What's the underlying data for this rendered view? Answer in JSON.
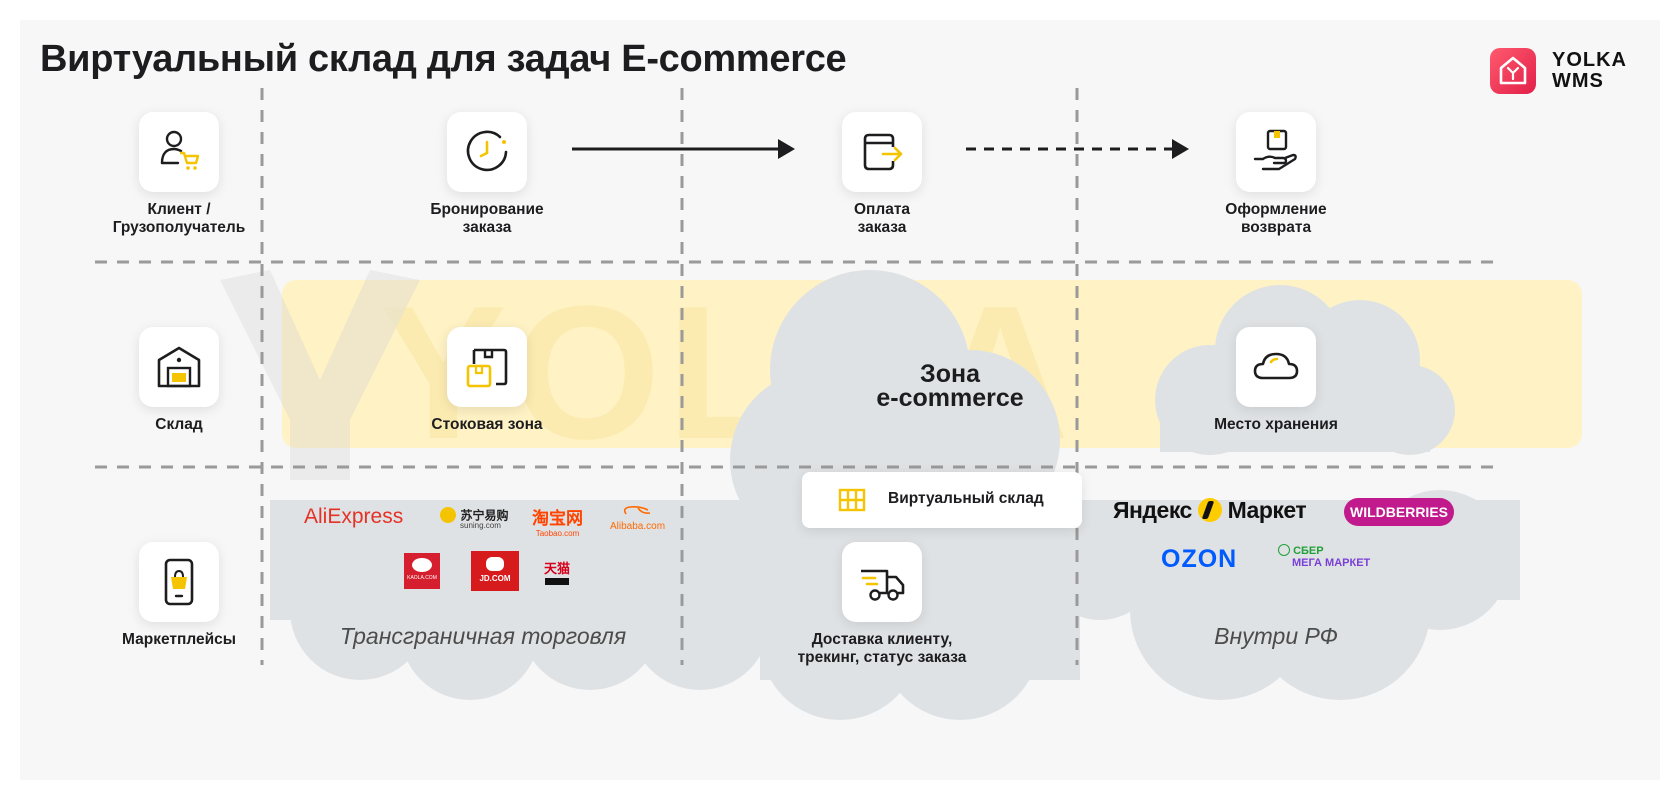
{
  "title": "Виртуальный склад для задач E-commerce",
  "logo": {
    "line1": "YOLKA",
    "line2": "WMS"
  },
  "top_row": [
    {
      "label": "Клиент /\nГрузополучатель",
      "icon": "user-cart-icon"
    },
    {
      "label": "Бронирование\nзаказа",
      "icon": "clock-icon"
    },
    {
      "label": "Оплата\nзаказа",
      "icon": "payment-card-icon"
    },
    {
      "label": "Оформление\nвозврата",
      "icon": "hand-box-icon"
    }
  ],
  "middle_row": [
    {
      "label": "Склад",
      "icon": "warehouse-icon"
    },
    {
      "label": "Стоковая зона",
      "icon": "stock-boxes-icon"
    },
    {
      "label": "Место хранения",
      "icon": "cloud-icon"
    }
  ],
  "zone_title": "Зона\ne-commerce",
  "virtual_warehouse": {
    "label": "Виртуальный склад",
    "icon": "grid-icon"
  },
  "bottom_row": [
    {
      "label": "Маркетплейсы",
      "icon": "phone-shopping-icon"
    },
    {
      "label": "Доставка клиенту,\nтрекинг, статус заказа",
      "icon": "truck-icon"
    }
  ],
  "regions": {
    "cross_border": "Трансграничная торговля",
    "domestic": "Внутри РФ"
  },
  "cross_border_brands": {
    "aliexpress": "AliExpress",
    "suning": "苏宁易购",
    "suning_sub": "suning.com",
    "taobao": "淘宝网",
    "taobao_sub": "Taobao.com",
    "alibaba": "Alibaba.com",
    "kaola": "KAOLA.COM",
    "jd": "JD.COM",
    "tmall": "天猫"
  },
  "domestic_brands": {
    "yandex_left": "Яндекс",
    "yandex_right": "Маркет",
    "wildberries": "WILDBERRIES",
    "ozon": "OZON",
    "sber_top": "СБЕР",
    "sber_bottom": "МЕГА МАРКЕТ"
  },
  "watermark": "YOLKA",
  "colors": {
    "accent_yellow": "#f5c400",
    "logo_red": "#e8294c",
    "cloud_gray": "#dfe2e4",
    "band_yellow": "#fff2c4",
    "text_dark": "#1d1d1f"
  }
}
